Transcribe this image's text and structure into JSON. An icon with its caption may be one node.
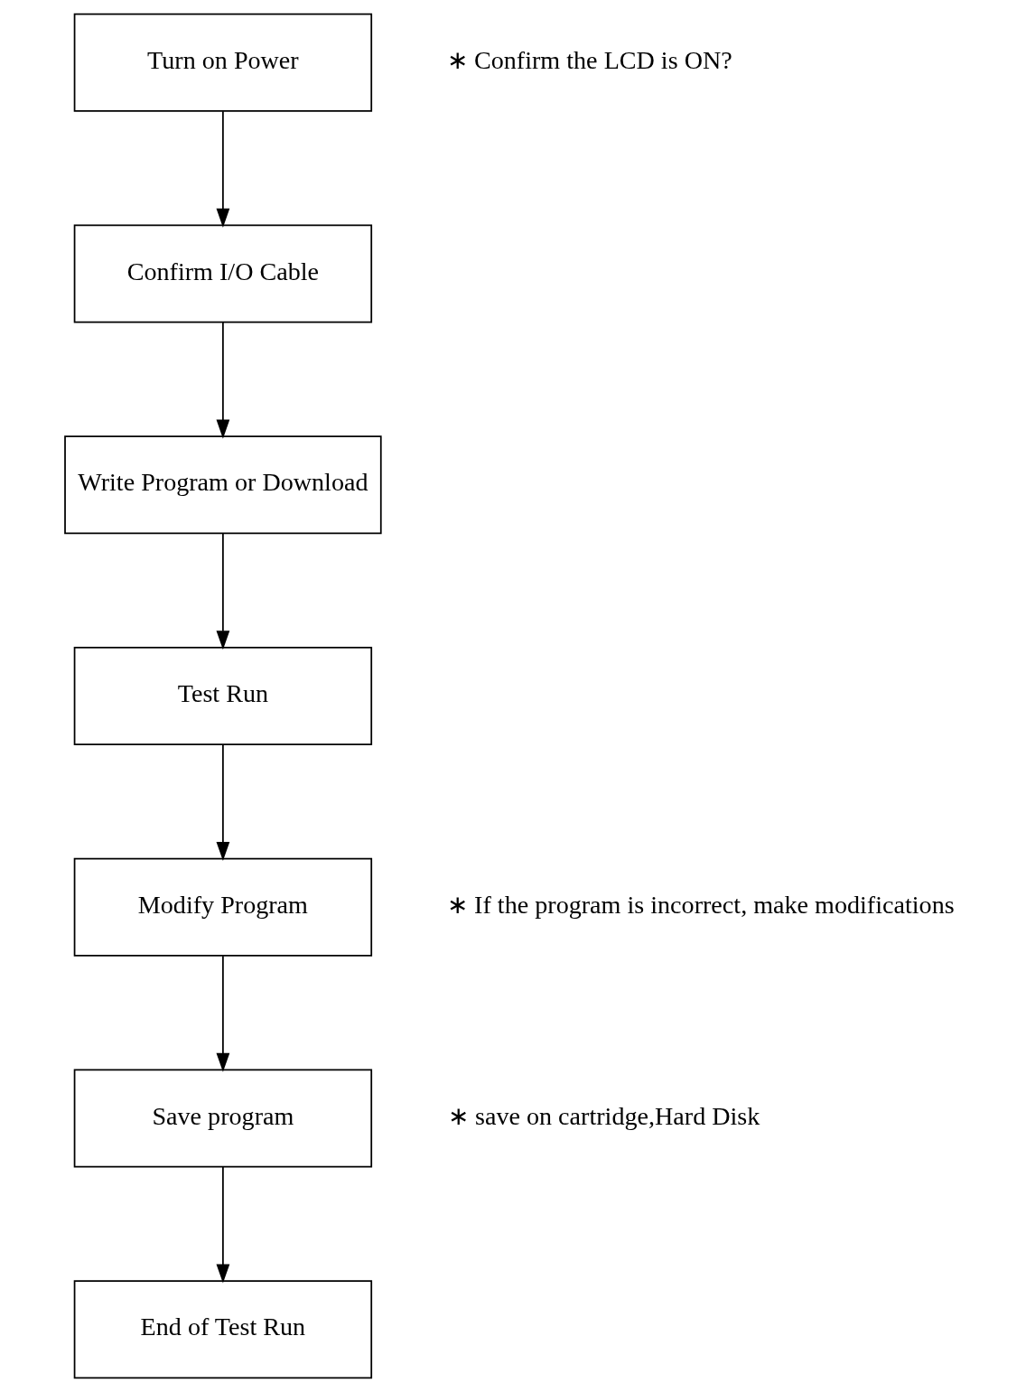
{
  "diagram": {
    "nodes": [
      {
        "text": [
          "Turn on Power"
        ],
        "beside": [
          "∗ Confirm the LCD is ON?"
        ]
      },
      {
        "text": [
          "Confirm I/O Cable"
        ]
      },
      {
        "text": [
          "Write Program or Download"
        ]
      },
      {
        "text": [
          "Test Run"
        ]
      },
      {
        "text": [
          "Modify Program"
        ],
        "beside": [
          "∗ If the program is incorrect, make modifications"
        ]
      },
      {
        "text": [
          "Save program"
        ],
        "beside": [
          "∗ save on cartridge,Hard Disk"
        ]
      },
      {
        "text": [
          "End of Test Run"
        ]
      }
    ],
    "edges": [
      {
        "from": 0,
        "to": 1,
        "arrow": "to"
      },
      {
        "from": 1,
        "to": 2,
        "arrow": "to"
      },
      {
        "from": 2,
        "to": 3,
        "arrow": "to"
      },
      {
        "from": 3,
        "to": 4,
        "arrow": "to"
      },
      {
        "from": 4,
        "to": 5,
        "arrow": "to"
      },
      {
        "from": 5,
        "to": 6,
        "arrow": "to"
      }
    ]
  }
}
